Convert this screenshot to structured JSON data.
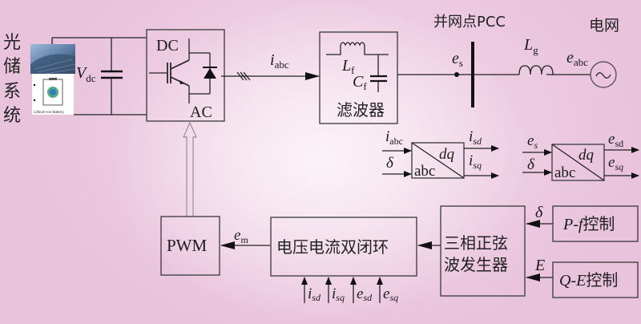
{
  "source": {
    "label_chars": [
      "光",
      "储",
      "系",
      "统"
    ],
    "battery_caption": "Lithium-Ion Battery",
    "vdc": {
      "main": "V",
      "sub": "dc"
    }
  },
  "converter": {
    "top_label": "DC",
    "bottom_label": "AC"
  },
  "signals": {
    "iabc": {
      "main": "i",
      "sub": "abc"
    },
    "es": {
      "main": "e",
      "sub": "s"
    },
    "lg": {
      "main": "L",
      "sub": "g"
    },
    "eabc": {
      "main": "e",
      "sub": "abc"
    },
    "em": {
      "main": "e",
      "sub": "m"
    },
    "delta": "δ",
    "E": "E"
  },
  "filter": {
    "lf": {
      "main": "L",
      "sub": "f"
    },
    "cf": {
      "main": "C",
      "sub": "f"
    },
    "label": "滤波器"
  },
  "pcc": {
    "label": "并网点PCC"
  },
  "grid": {
    "label": "电网"
  },
  "transform1": {
    "in_top": {
      "main": "i",
      "sub": "abc"
    },
    "in_bottom": "δ",
    "upper_label": "dq",
    "lower_label": "abc",
    "out_top": {
      "main": "i",
      "sub": "sd"
    },
    "out_bottom": {
      "main": "i",
      "sub": "sq"
    }
  },
  "transform2": {
    "in_top": {
      "main": "e",
      "sub": "s"
    },
    "in_bottom": "δ",
    "upper_label": "dq",
    "lower_label": "abc",
    "out_top": {
      "main": "e",
      "sub": "sd"
    },
    "out_bottom": {
      "main": "e",
      "sub": "sq"
    }
  },
  "pwm": {
    "label": "PWM"
  },
  "dual_loop": {
    "label": "电压电流双闭环",
    "inputs": [
      {
        "main": "i",
        "sub": "sd"
      },
      {
        "main": "i",
        "sub": "sq"
      },
      {
        "main": "e",
        "sub": "sd"
      },
      {
        "main": "e",
        "sub": "sq"
      }
    ]
  },
  "sine_gen": {
    "line1": "三相正弦",
    "line2": "波发生器"
  },
  "pf_control": {
    "var": "P-f",
    "label": "控制"
  },
  "qe_control": {
    "var": "Q-E",
    "label": "控制"
  }
}
